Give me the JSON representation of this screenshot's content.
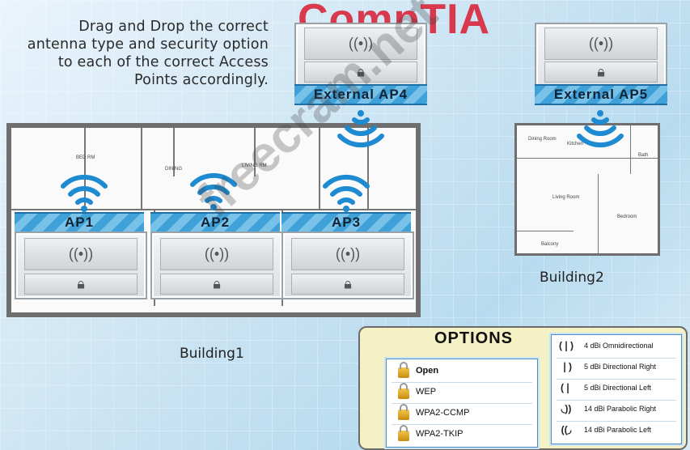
{
  "instructions": "Drag and Drop the correct antenna type and security option to each of the correct Access Points accordingly.",
  "logo": "CompTIA",
  "building1": {
    "label": "Building1"
  },
  "building2": {
    "label": "Building2"
  },
  "aps": [
    {
      "label": "AP1"
    },
    {
      "label": "AP2"
    },
    {
      "label": "AP3"
    },
    {
      "label": "External AP4"
    },
    {
      "label": "External AP5"
    }
  ],
  "options": {
    "title": "OPTIONS",
    "security": [
      "Open",
      "WEP",
      "WPA2-CCMP",
      "WPA2-TKIP"
    ],
    "antennas": [
      {
        "label": "4 dBi Omnidirectional",
        "icon": "omni-antenna-icon"
      },
      {
        "label": "5 dBi Directional Right",
        "icon": "directional-right-antenna-icon"
      },
      {
        "label": "5 dBi Directional Left",
        "icon": "directional-left-antenna-icon"
      },
      {
        "label": "14 dBi Parabolic Right",
        "icon": "parabolic-right-antenna-icon"
      },
      {
        "label": "14 dBi Parabolic Left",
        "icon": "parabolic-left-antenna-icon"
      }
    ]
  },
  "watermark": "freecram.net",
  "colors": {
    "wifi": "#1e8ad1",
    "logo": "#d8394d",
    "options_bg": "#f4f1c4"
  }
}
